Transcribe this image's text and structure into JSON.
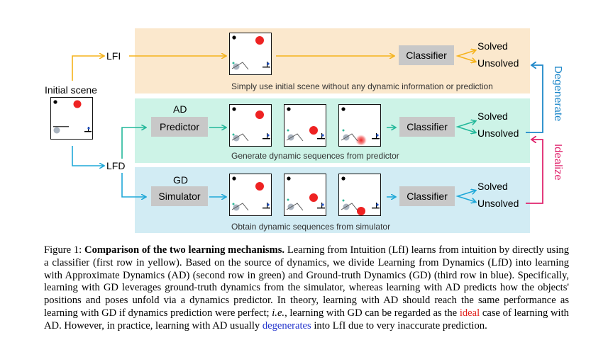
{
  "diagram": {
    "initial_scene_label": "Initial scene",
    "lfi_label": "LFI",
    "lfd_label": "LFD",
    "rows": {
      "lfi": {
        "classifier": "Classifier",
        "solved": "Solved",
        "unsolved": "Unsolved",
        "caption": "Simply use initial scene without any dynamic information or prediction"
      },
      "ad": {
        "title": "AD",
        "module": "Predictor",
        "classifier": "Classifier",
        "solved": "Solved",
        "unsolved": "Unsolved",
        "caption": "Generate dynamic sequences from predictor"
      },
      "gd": {
        "title": "GD",
        "module": "Simulator",
        "classifier": "Classifier",
        "solved": "Solved",
        "unsolved": "Unsolved",
        "caption": "Obtain dynamic sequences from simulator"
      }
    },
    "degenerate_label": "Degenerate",
    "idealize_label": "Idealize",
    "colors": {
      "lfi_bg": "#fbe8cd",
      "ad_bg": "#cdf3e7",
      "gd_bg": "#d2ecf4",
      "lfi_arrow": "#f5b31b",
      "ad_arrow": "#23b89a",
      "gd_arrow": "#1fa8d8",
      "degenerate": "#1f88c9",
      "idealize": "#e0266e",
      "ball": "#ee2222"
    }
  },
  "caption": {
    "figure_label": "Figure 1:",
    "title": "Comparison of the two learning mechanisms.",
    "text_1": "Learning from Intuition (LfI) learns from intuition by directly using a classifier (first row in yellow). Based on the source of dynamics, we divide Learning from Dynamics (LfD) into learning with Approximate Dynamics (AD) (second row in green) and Ground-truth Dynamics (GD) (third row in blue). Specifically, learning with GD leverages ground-truth dynamics from the simulator, whereas learning with AD predicts how the objects' positions and poses unfold via a dynamics predictor. In theory, learning with AD should reach the same performance as learning with GD if dynamics prediction were perfect;",
    "ie": "i.e.",
    "text_2": ", learning with GD can be regarded as the",
    "ideal": "ideal",
    "text_3": "case of learning with AD. However, in practice, learning with AD usually",
    "degenerates": "degenerates",
    "text_4": "into LfI due to very inaccurate prediction."
  }
}
